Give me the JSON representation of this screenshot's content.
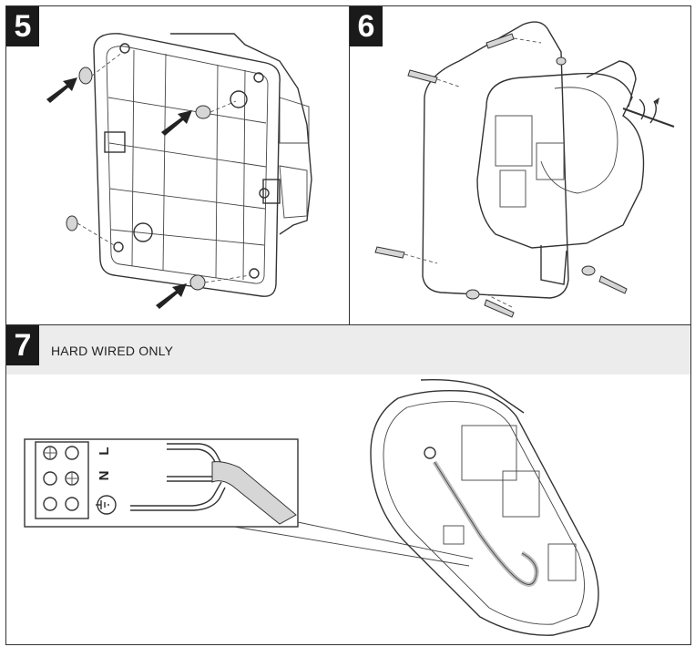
{
  "steps": [
    {
      "number": "5"
    },
    {
      "number": "6"
    },
    {
      "number": "7",
      "title": "HARD WIRED ONLY"
    }
  ],
  "terminal": {
    "labels": [
      "L",
      "N"
    ],
    "earth_symbol": "earth-ground-icon"
  },
  "colors": {
    "frame": "#333333",
    "header_bg": "#ececec",
    "step_badge": "#1a1a1a",
    "cable_grey": "#d6d6d6"
  }
}
